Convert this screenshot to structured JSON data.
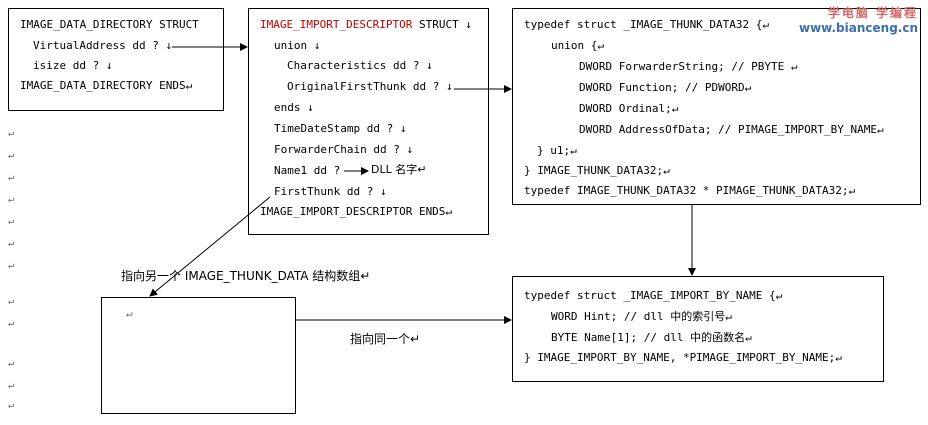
{
  "data_directory": {
    "lines": [
      "IMAGE_DATA_DIRECTORY STRUCT",
      "VirtualAddress dd ? ↓",
      "isize dd ? ↓",
      "IMAGE_DATA_DIRECTORY ENDS↵"
    ]
  },
  "import_descriptor": {
    "title": "IMAGE_IMPORT_DESCRIPTOR",
    "title_suffix": " STRUCT ↓",
    "lines": [
      "union ↓",
      "Characteristics dd ? ↓",
      "OriginalFirstThunk dd ? ↓",
      "ends ↓",
      "TimeDateStamp dd ? ↓",
      "ForwarderChain dd ? ↓",
      "Name1 dd ?",
      "DLL 名字↵",
      "FirstThunk dd ? ↓",
      "IMAGE_IMPORT_DESCRIPTOR ENDS↵"
    ]
  },
  "thunk_data": {
    "lines": [
      "typedef struct _IMAGE_THUNK_DATA32 {↵",
      "union {↵",
      "DWORD ForwarderString;      // PBYTE ↵",
      "DWORD Function;             // PDWORD↵",
      "DWORD Ordinal;↵",
      "DWORD AddressOfData;  // PIMAGE_IMPORT_BY_NAME↵",
      "} u1;↵",
      "} IMAGE_THUNK_DATA32;↵",
      "typedef IMAGE_THUNK_DATA32 * PIMAGE_THUNK_DATA32;↵"
    ]
  },
  "import_by_name": {
    "lines": [
      "typedef struct _IMAGE_IMPORT_BY_NAME {↵",
      "WORD    Hint; // dll 中的索引号↵",
      "BYTE    Name[1];  // dll 中的函数名↵",
      "} IMAGE_IMPORT_BY_NAME, *PIMAGE_IMPORT_BY_NAME;↵"
    ]
  },
  "empty_box": {
    "mark": "↵"
  },
  "labels": {
    "points_to_other": "指向另一个 IMAGE_THUNK_DATA 结构数组↵",
    "points_to_same": "指向同一个↵"
  },
  "watermark": {
    "line1": "学电脑 学编程",
    "line2": "www.bianceng.cn"
  },
  "para_mark": "↵"
}
